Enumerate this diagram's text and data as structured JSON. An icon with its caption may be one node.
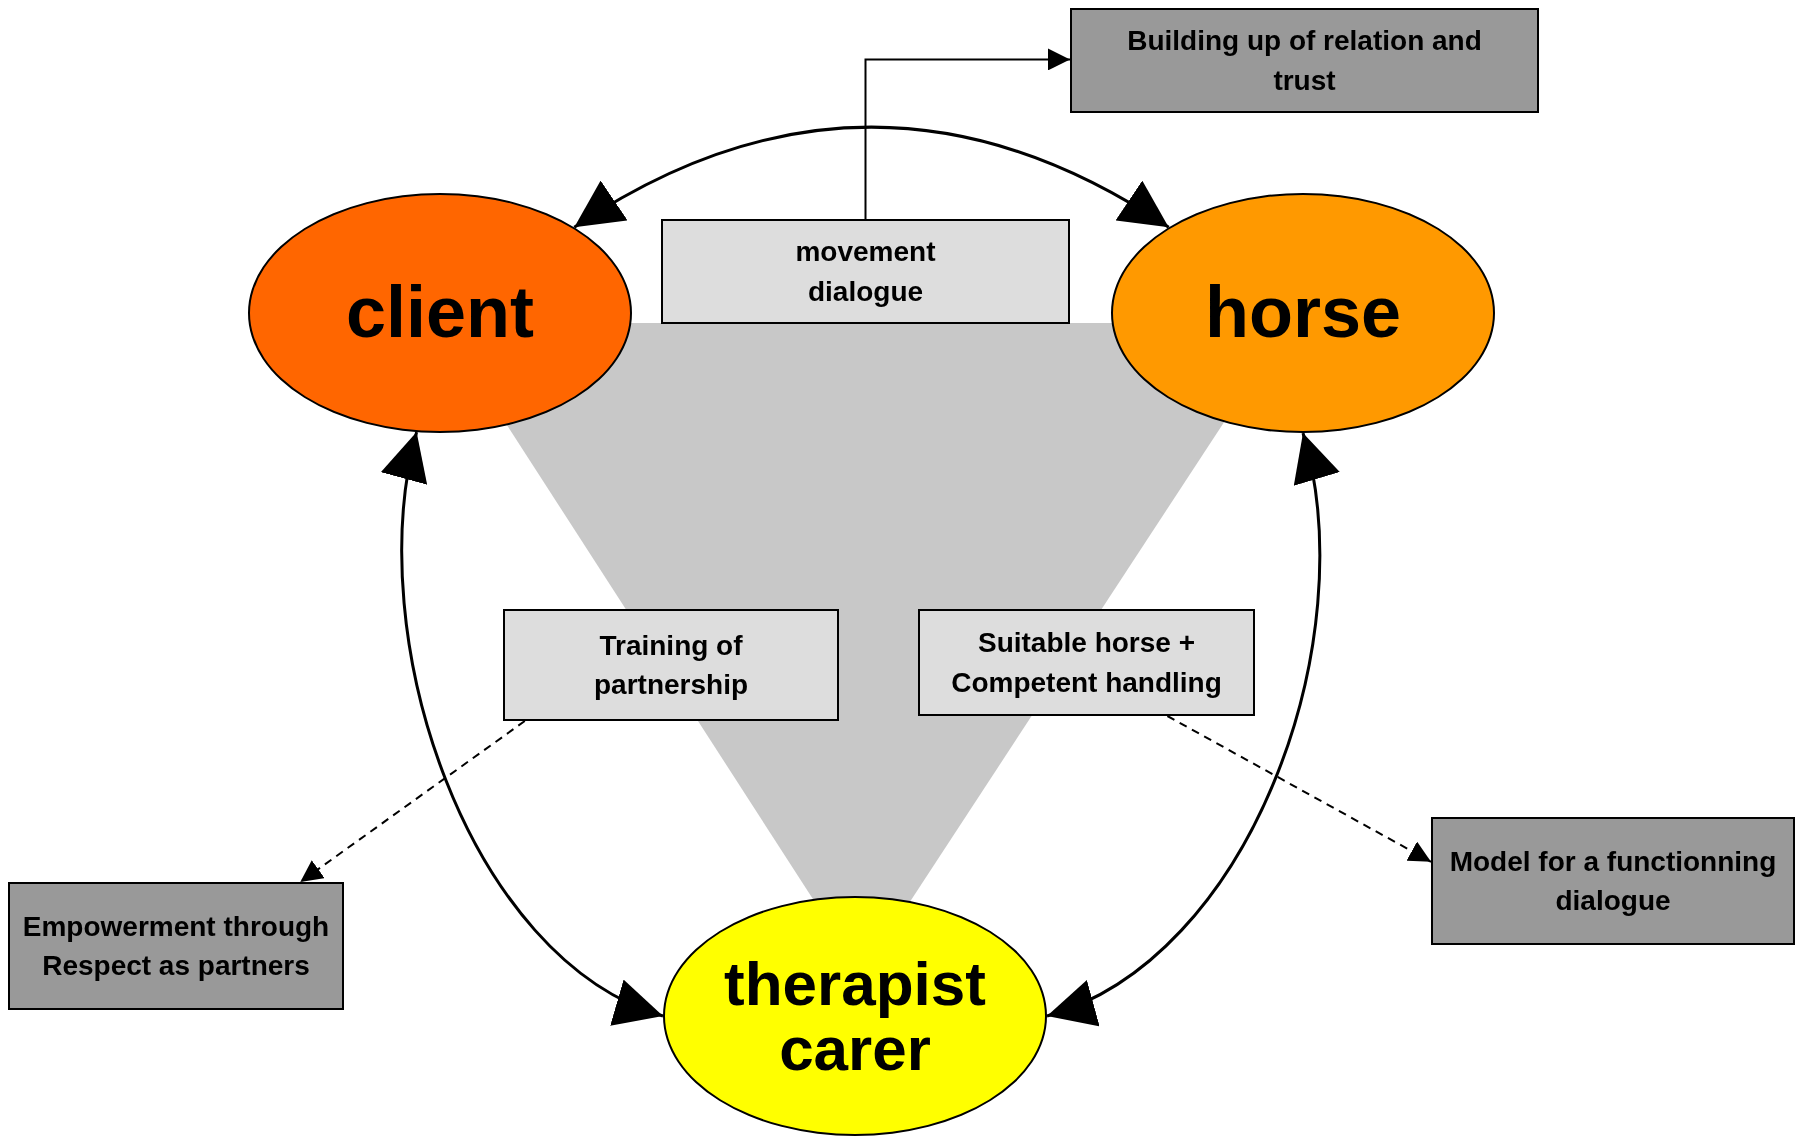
{
  "diagram": {
    "nodes": [
      {
        "text": [
          "Building up of relation and trust"
        ]
      },
      {
        "text": [
          "client"
        ]
      },
      {
        "text": [
          "movement dialogue"
        ]
      },
      {
        "text": [
          "horse"
        ]
      },
      {
        "text": [
          "Training of partnership"
        ]
      },
      {
        "text": [
          "Suitable horse + Competent handling"
        ]
      },
      {
        "text": [
          "Model for a functionning dialogue"
        ]
      },
      {
        "text": [
          "Empowerment through Respect as partners"
        ]
      },
      {
        "text": [
          "therapist carer"
        ]
      }
    ],
    "edges": [
      {
        "from": 1,
        "to": 3,
        "arrow": "both"
      },
      {
        "from": 1,
        "to": 8,
        "arrow": "both"
      },
      {
        "from": 3,
        "to": 8,
        "arrow": "both"
      },
      {
        "from": 2,
        "to": 0,
        "arrow": "to"
      },
      {
        "from": 4,
        "to": 7,
        "arrow": "to",
        "style": "dashed"
      },
      {
        "from": 5,
        "to": 6,
        "arrow": "to",
        "style": "dashed"
      }
    ]
  }
}
